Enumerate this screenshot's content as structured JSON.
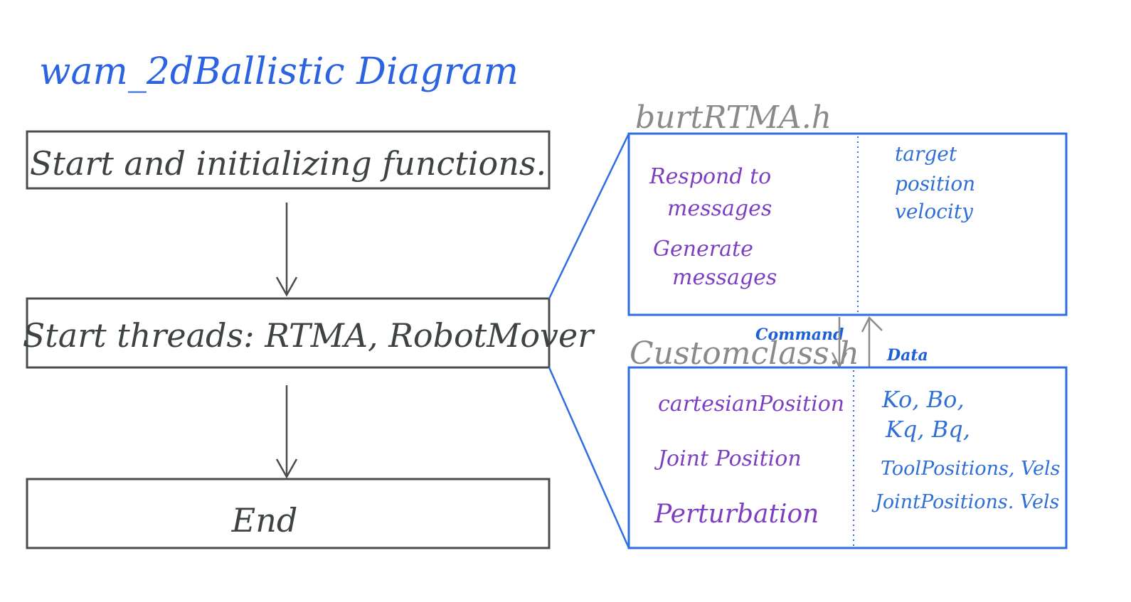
{
  "title": "wam_2dBallistic Diagram",
  "flow": {
    "steps": [
      "Start and initializing functions.",
      "Start threads: RTMA, RobotMover",
      "End"
    ]
  },
  "burt_box": {
    "file_label": "burtRTMA.h",
    "left_items": [
      "Respond to",
      "messages",
      "Generate",
      "messages"
    ],
    "right_items": [
      "target",
      "position",
      "velocity"
    ]
  },
  "connector": {
    "command_label": "Command",
    "data_label": "Data"
  },
  "custom_box": {
    "file_label": "Customclass.h",
    "left_items": [
      "cartesianPosition",
      "Joint Position",
      "Perturbation"
    ],
    "right_items": [
      "Ko, Bo,",
      "Kq, Bq,",
      "ToolPositions, Vels",
      "JointPositions. Vels"
    ]
  },
  "colors": {
    "title": "#2b63e0",
    "flow_ink": "#3d4242",
    "box_blue": "#2e6de2",
    "purple_ink": "#7d3fc2",
    "blue_ink": "#2f6fd6",
    "gray_ink": "#8a8a8a"
  }
}
